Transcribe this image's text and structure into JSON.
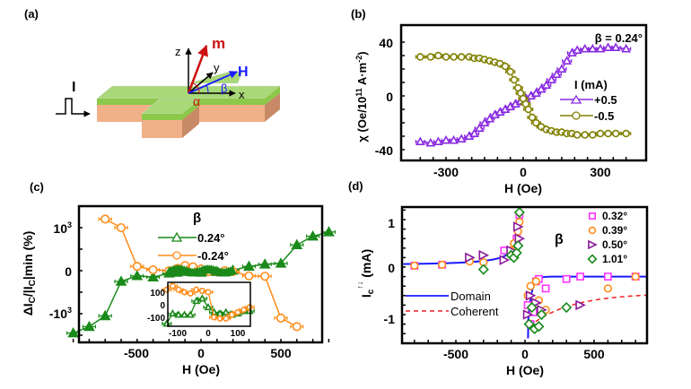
{
  "figure": {
    "panels": {
      "a": {
        "label": "(a)",
        "current_label": "I",
        "axes": {
          "z": "z",
          "y": "y",
          "x": "x"
        },
        "vectors": {
          "m": "m",
          "H": "H"
        },
        "angles": {
          "beta": "β",
          "alpha": "α"
        },
        "colors": {
          "m": "#cc1111",
          "H": "#1a1aff",
          "top": "#8fcc4a",
          "side": "#f0b088",
          "side_dark": "#c88a66"
        }
      },
      "b": {
        "label": "(b)"
      },
      "c": {
        "label": "(c)"
      },
      "d": {
        "label": "(d)"
      }
    }
  },
  "chart_data": [
    {
      "panel": "b",
      "type": "line",
      "title": "",
      "annotation": "β = 0.24°",
      "xlabel": "H (Oe)",
      "ylabel": "χ (Oe/10^11 A·m^-2)",
      "xlim": [
        -440,
        440
      ],
      "ylim": [
        -48,
        52
      ],
      "xticks": [
        -300,
        0,
        300
      ],
      "yticks": [
        -40,
        0,
        40
      ],
      "legend_title": "I (mA)",
      "legend_position": "right-center",
      "series": [
        {
          "name": "+0.5",
          "marker": "triangle",
          "color": "#8a2be2",
          "x": [
            -400,
            -360,
            -330,
            -300,
            -270,
            -240,
            -210,
            -190,
            -170,
            -150,
            -130,
            -110,
            -90,
            -70,
            -50,
            -30,
            -10,
            10,
            30,
            50,
            70,
            90,
            110,
            130,
            150,
            170,
            190,
            210,
            240,
            270,
            300,
            330,
            360,
            400
          ],
          "y": [
            -34,
            -35,
            -34,
            -33,
            -33,
            -32,
            -30,
            -28,
            -24,
            -20,
            -17,
            -14,
            -12,
            -10,
            -8,
            -6,
            -4,
            -2,
            0,
            2,
            5,
            8,
            12,
            16,
            20,
            26,
            32,
            34,
            35,
            35,
            35,
            36,
            36,
            35
          ]
        },
        {
          "name": "-0.5",
          "marker": "circle",
          "color": "#808000",
          "x": [
            -400,
            -360,
            -330,
            -300,
            -270,
            -240,
            -210,
            -190,
            -170,
            -150,
            -130,
            -110,
            -90,
            -70,
            -50,
            -35,
            -20,
            -10,
            0,
            10,
            20,
            35,
            50,
            70,
            90,
            110,
            130,
            150,
            170,
            190,
            210,
            240,
            270,
            300,
            330,
            360,
            400
          ],
          "y": [
            29,
            29,
            30,
            29,
            29,
            29,
            29,
            28,
            28,
            27,
            26,
            25,
            24,
            22,
            18,
            12,
            6,
            2,
            -2,
            -6,
            -10,
            -16,
            -20,
            -23,
            -25,
            -26,
            -27,
            -27,
            -28,
            -28,
            -29,
            -29,
            -29,
            -28,
            -28,
            -28,
            -28
          ]
        }
      ]
    },
    {
      "panel": "c",
      "type": "line",
      "title": "",
      "xlabel": "H (Oe)",
      "ylabel": "ΔI_c/|I_c|min (%)",
      "xlim": [
        -880,
        880
      ],
      "ylim": [
        -1600,
        1300
      ],
      "xticks": [
        -500,
        0,
        500
      ],
      "yticks": [
        "-10^3",
        "0",
        "10^3"
      ],
      "legend_title": "β",
      "legend_position": "top-center",
      "series": [
        {
          "name": "0.24°",
          "marker": "triangle",
          "color": "#1a8a1a",
          "x": [
            -800,
            -700,
            -600,
            -500,
            -400,
            -300,
            -200,
            -150,
            -100,
            -50,
            0,
            50,
            100,
            150,
            200,
            300,
            400,
            500,
            600,
            700,
            800
          ],
          "y": [
            -1450,
            -1300,
            -1050,
            -250,
            -120,
            -150,
            -60,
            -40,
            -20,
            30,
            -40,
            -20,
            -20,
            -30,
            10,
            100,
            150,
            170,
            600,
            800,
            900
          ]
        },
        {
          "name": "-0.24°",
          "marker": "circle",
          "color": "#ff8c1a",
          "x": [
            -600,
            -500,
            -400,
            -300,
            -200,
            -150,
            -100,
            -50,
            0,
            50,
            100,
            150,
            200,
            300,
            400,
            500,
            600
          ],
          "y": [
            1200,
            1000,
            100,
            20,
            0,
            50,
            120,
            90,
            40,
            -20,
            -30,
            0,
            -20,
            -120,
            -130,
            -1100,
            -1300
          ]
        }
      ],
      "inset": {
        "xlim": [
          -140,
          140
        ],
        "ylim": [
          -150,
          170
        ],
        "xticks": [
          -100,
          0,
          100
        ],
        "yticks": [
          -100,
          0,
          100
        ],
        "series": [
          {
            "name": "0.24°",
            "color": "#1a8a1a",
            "x": [
              -140,
              -120,
              -100,
              -80,
              -60,
              -40,
              -20,
              0,
              20,
              40,
              60,
              80,
              100,
              120,
              140
            ],
            "y": [
              -150,
              -70,
              -80,
              -80,
              -80,
              30,
              50,
              -20,
              -60,
              -70,
              -60,
              -80,
              -70,
              -50,
              -50
            ]
          },
          {
            "name": "-0.24°",
            "color": "#ff8c1a",
            "x": [
              -140,
              -120,
              -100,
              -80,
              -60,
              -40,
              -20,
              0,
              20,
              40,
              60,
              80,
              100,
              120,
              140
            ],
            "y": [
              120,
              150,
              120,
              100,
              90,
              120,
              110,
              100,
              -100,
              -110,
              -110,
              -80,
              -60,
              -40,
              -20
            ]
          }
        ]
      }
    },
    {
      "panel": "d",
      "type": "scatter",
      "title": "",
      "xlabel": "H (Oe)",
      "ylabel": "I_c^↑↓ (mA)",
      "xlim": [
        -880,
        880
      ],
      "ylim": [
        -1.5,
        1.3
      ],
      "xticks": [
        -500,
        0,
        500
      ],
      "yticks": [
        -1,
        0,
        1
      ],
      "legend_title": "β",
      "legend_position": "top-right",
      "series": [
        {
          "name": "0.32°",
          "marker": "square",
          "color": "#ff33ff",
          "x": [
            -800,
            -600,
            -150,
            -60,
            -40,
            20,
            40,
            60,
            80,
            100,
            150,
            300,
            400,
            600,
            800
          ],
          "y": [
            0.03,
            0.05,
            0.35,
            0.6,
            1.1,
            -0.8,
            -1.2,
            -0.95,
            -0.3,
            -0.25,
            -0.45,
            -0.25,
            -0.2,
            -0.2,
            -0.2
          ]
        },
        {
          "name": "0.39°",
          "marker": "circle",
          "color": "#ff8c1a",
          "x": [
            -800,
            -600,
            -400,
            -300,
            -100,
            -80,
            -50,
            -40,
            20,
            40,
            80,
            100,
            150,
            600,
            800
          ],
          "y": [
            0.03,
            0.05,
            0.12,
            0.1,
            0.35,
            0.5,
            0.75,
            0.95,
            -0.6,
            -0.4,
            -0.3,
            -0.7,
            -0.9,
            -0.45,
            -0.2
          ]
        },
        {
          "name": "0.50°",
          "marker": "triangle-right",
          "color": "#8b1a9b",
          "x": [
            -400,
            -300,
            -150,
            -100,
            -50,
            -40,
            20,
            40,
            80,
            120,
            400
          ],
          "y": [
            0.2,
            0.25,
            0.15,
            0.35,
            0.85,
            0.6,
            -1.0,
            -0.6,
            -0.75,
            -0.9,
            -0.8
          ]
        },
        {
          "name": "1.01°",
          "marker": "diamond",
          "color": "#1a8a1a",
          "x": [
            -300,
            -100,
            -80,
            -60,
            -50,
            -40,
            30,
            50,
            70,
            100,
            120,
            300
          ],
          "y": [
            -0.05,
            0.25,
            0.2,
            0.3,
            0.45,
            1.15,
            -1.2,
            -0.85,
            -1.3,
            -1.25,
            -1.0,
            -0.85
          ]
        }
      ],
      "lines": [
        {
          "name": "Domain",
          "style": "solid",
          "color": "#1a1aff"
        },
        {
          "name": "Coherent",
          "style": "dashed",
          "color": "#ee2222"
        }
      ]
    }
  ],
  "labels": {
    "b": {
      "annotation": "β = 0.24°",
      "legend_title": "I (mA)",
      "s1": "+0.5",
      "s2": "-0.5",
      "xlabel": "H (Oe)",
      "xt1": "-300",
      "xt2": "0",
      "xt3": "300",
      "yt1": "40",
      "yt2": "0",
      "yt3": "-40"
    },
    "c": {
      "legend_title": "β",
      "s1": "0.24°",
      "s2": "-0.24°",
      "xlabel": "H (Oe)",
      "xt1": "-500",
      "xt2": "0",
      "xt3": "500",
      "yt1": "0",
      "inset_xt1": "-100",
      "inset_xt2": "0",
      "inset_xt3": "100",
      "inset_yt1": "100",
      "inset_yt2": "0",
      "inset_yt3": "-100"
    },
    "d": {
      "legend_title": "β",
      "s1": "0.32°",
      "s2": "0.39°",
      "s3": "0.50°",
      "s4": "1.01°",
      "l1": "Domain",
      "l2": "Coherent",
      "xlabel": "H (Oe)",
      "xt1": "-500",
      "xt2": "0",
      "xt3": "500",
      "yt1": "1",
      "yt2": "0",
      "yt3": "-1",
      "ylabel_main": "I",
      "ylabel_sub": "c",
      "ylabel_paren": "(mA)"
    }
  }
}
